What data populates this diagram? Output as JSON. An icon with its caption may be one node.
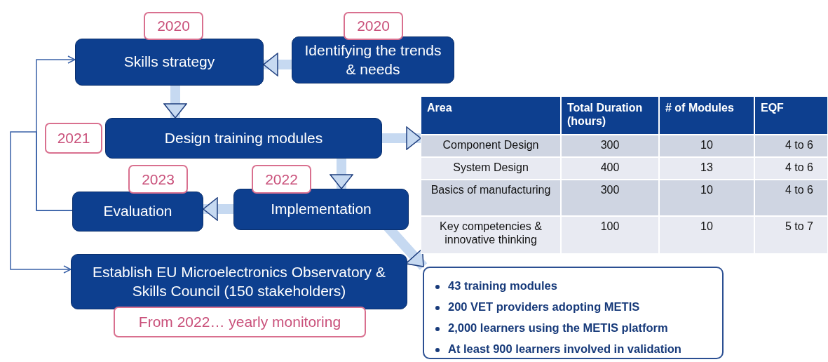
{
  "diagram": {
    "nodes": [
      {
        "text": [
          "Skills strategy"
        ],
        "beside": [
          "2020"
        ]
      },
      {
        "text": [
          "Identifying the trends & needs"
        ],
        "beside": [
          "2020"
        ]
      },
      {
        "text": [
          "Design training modules"
        ],
        "beside": [
          "2021"
        ]
      },
      {
        "text": [],
        "shape": "table"
      },
      {
        "text": [
          "Evaluation"
        ],
        "beside": [
          "2023"
        ]
      },
      {
        "text": [
          "Implementation"
        ],
        "beside": [
          "2022"
        ]
      },
      {
        "text": [
          "Establish EU Microelectronics Observatory & Skills Council (150 stakeholders)"
        ],
        "beside": [
          "From 2022… yearly monitoring"
        ]
      },
      {
        "text": [
          "43 training modules",
          "200 VET providers adopting METIS",
          "2,000 learners using the METIS platform",
          "At least 900 learners involved in validation"
        ]
      }
    ],
    "edges": [
      {
        "from": 1,
        "to": 0,
        "arrow": "to"
      },
      {
        "from": 0,
        "to": 2,
        "arrow": "to"
      },
      {
        "from": 2,
        "to": 3,
        "arrow": "to"
      },
      {
        "from": 2,
        "to": 5,
        "arrow": "to"
      },
      {
        "from": 5,
        "to": 4,
        "arrow": "to"
      },
      {
        "from": 5,
        "to": 7,
        "arrow": "to"
      },
      {
        "from": 4,
        "to": 0,
        "arrow": "to",
        "color": "#3a62a8"
      },
      {
        "from": 4,
        "to": 6,
        "arrow": "to",
        "color": "#3a62a8"
      }
    ],
    "labels": [
      "Area",
      "Total Duration (hours)",
      "# of Modules",
      "EQF",
      "Component Design",
      "300",
      "10",
      "4 to 6",
      "System Design",
      "400",
      "13",
      "4 to 6",
      "Basics of manufacturing",
      "300",
      "10",
      "4 to 6",
      "Key competencies & innovative thinking",
      "100",
      "10",
      "5 to 7"
    ]
  }
}
